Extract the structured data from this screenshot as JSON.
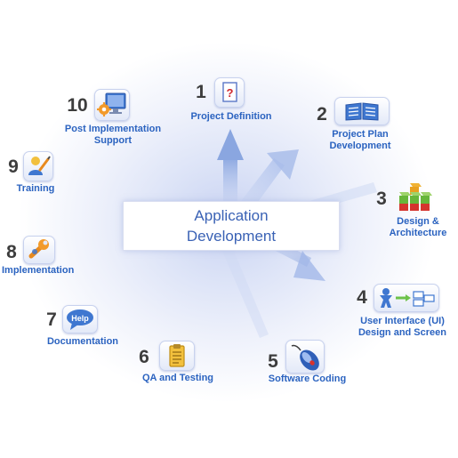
{
  "center": {
    "line1": "Application",
    "line2": "Development"
  },
  "steps": [
    {
      "number": "1",
      "label": "Project Definition",
      "icon": "question-document-icon"
    },
    {
      "number": "2",
      "label_line1": "Project Plan",
      "label_line2": "Development",
      "icon": "open-book-icon"
    },
    {
      "number": "3",
      "label_line1": "Design &",
      "label_line2": "Architecture",
      "icon": "stacked-blocks-icon"
    },
    {
      "number": "4",
      "label_line1": "User Interface (UI)",
      "label_line2": "Design and Screen",
      "icon": "user-interface-flow-icon"
    },
    {
      "number": "5",
      "label": "Software Coding",
      "icon": "computer-mouse-icon"
    },
    {
      "number": "6",
      "label": "QA and Testing",
      "icon": "clipboard-icon"
    },
    {
      "number": "7",
      "label": "Documentation",
      "icon": "help-bubble-icon",
      "icon_text": "Help"
    },
    {
      "number": "8",
      "label": "Implementation",
      "icon": "wrench-icon"
    },
    {
      "number": "9",
      "label": "Training",
      "icon": "person-pencil-icon"
    },
    {
      "number": "10",
      "label_line1": "Post Implementation",
      "label_line2": "Support",
      "icon": "monitor-gear-icon"
    }
  ],
  "colors": {
    "label": "#2b63c0",
    "number": "#3d3d3d",
    "center_text": "#3a62b5",
    "glow": "#c9d3f2",
    "arrow": "#9fb4e4"
  }
}
